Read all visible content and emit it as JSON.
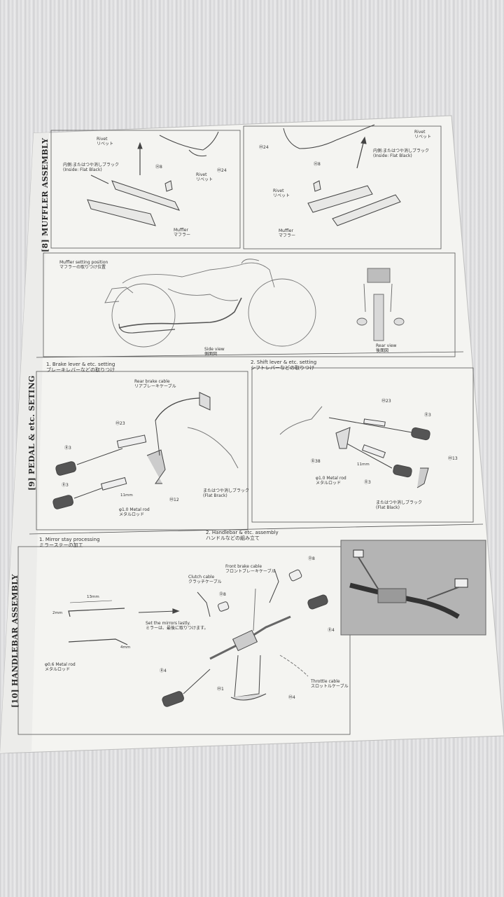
{
  "sections": {
    "muffler": {
      "title": "[8] MUFFLER ASSEMBLY",
      "left_panel": {
        "rivet_top": [
          "Rivet",
          "リベット"
        ],
        "inside": [
          "内側:",
          "または",
          "つや消しブラック",
          "(Inside: Flat Black)"
        ],
        "m24": "Ⓜ24",
        "h8": "Ⓗ8",
        "rivet_mid": [
          "Rivet",
          "リベット"
        ],
        "muffler": [
          "Muffler",
          "マフラー"
        ]
      },
      "right_panel": {
        "m24": "Ⓜ24",
        "rivet_top": [
          "Rivet",
          "リベット"
        ],
        "inside": [
          "内側:",
          "または",
          "つや消しブラック",
          "(Inside: Flat Black)"
        ],
        "h8": "Ⓗ8",
        "rivet_mid": [
          "Rivet",
          "リベット"
        ],
        "muffler": [
          "Muffler",
          "マフラー"
        ]
      },
      "position": [
        "Muffler setting position",
        "マフラーの取りつけ位置"
      ],
      "side_view": [
        "Side view",
        "側面図"
      ],
      "rear_view": [
        "Rear view",
        "後面図"
      ]
    },
    "pedal": {
      "title": "[9] PEDAL & etc. SETING",
      "brake": {
        "heading": [
          "1. Brake lever & etc. setting",
          "ブレーキレバーなどの取りつけ"
        ],
        "rear_cable": [
          "Rear brake cable",
          "リアブレーキケーブル"
        ],
        "m23": "Ⓜ23",
        "r3a": "Ⓡ3",
        "r3b": "Ⓡ3",
        "m12": "Ⓜ12",
        "dim": "11mm",
        "rod": [
          "φ1.0 Metal rod",
          "メタルロッド"
        ],
        "finish": [
          "またはつや消しブラック",
          "(Flat Brack)"
        ]
      },
      "shift": {
        "heading": [
          "2. Shift lever & etc. setting",
          "シフトレバーなどの取りつけ"
        ],
        "m23": "Ⓜ23",
        "r3a": "Ⓡ3",
        "r3b": "Ⓡ3",
        "m13": "Ⓜ13",
        "b38": "Ⓑ38",
        "dim": "11mm",
        "rod": [
          "φ1.0 Metal rod",
          "メタルロッド"
        ],
        "finish": [
          "またはつや消しブラック",
          "(Flat Black)"
        ]
      }
    },
    "handlebar": {
      "title": "[10] HANDLEBAR ASSEMBLY",
      "mirror": {
        "heading": [
          "1. Mirror stay processing",
          "ミラーステーの加工"
        ],
        "dim13": "13mm",
        "dim2": "2mm",
        "dim4": "4mm",
        "rod": [
          "φ0.6 Metal rod",
          "メタルロッド"
        ]
      },
      "assembly": {
        "heading": [
          "2. Handlebar & etc. assembly",
          "ハンドルなどの組み立て"
        ],
        "front_cable": [
          "Front brake cable",
          "フロントブレーキケーブル"
        ],
        "clutch": [
          "Clutch cable",
          "クラッチケーブル"
        ],
        "set_mirrors": [
          "Set the mirrors lastly.",
          "ミラーは、最後に取りつけます。"
        ],
        "d8a": "Ⓓ8",
        "d8b": "Ⓓ8",
        "r4a": "Ⓡ4",
        "r4b": "Ⓡ4",
        "m1": "Ⓜ1",
        "m4": "Ⓜ4",
        "throttle": [
          "Throttle cable",
          "スロットルケーブル"
        ]
      }
    }
  }
}
